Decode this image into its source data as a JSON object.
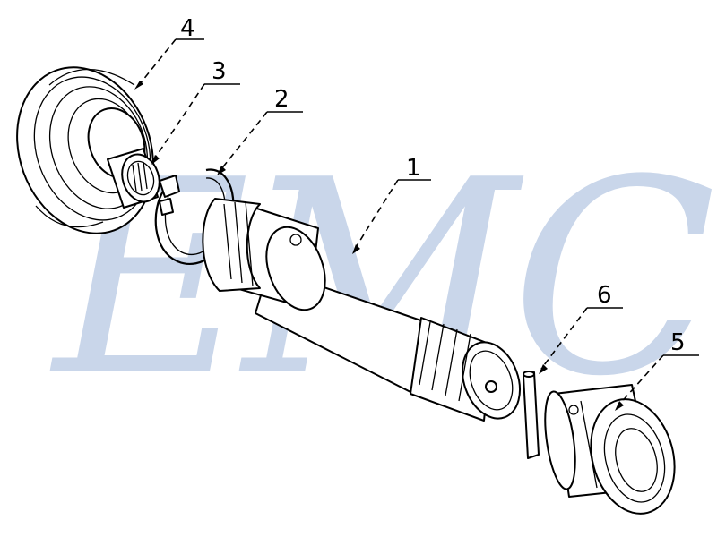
{
  "watermark": {
    "text": "EMC",
    "color": "#c9d6ea"
  },
  "callouts": [
    {
      "id": "bearing",
      "number": "4"
    },
    {
      "id": "needle-bearing",
      "number": "3"
    },
    {
      "id": "snap-ring",
      "number": "2"
    },
    {
      "id": "splined-shaft",
      "number": "1"
    },
    {
      "id": "pin",
      "number": "6"
    },
    {
      "id": "splined-sleeve",
      "number": "5"
    }
  ]
}
